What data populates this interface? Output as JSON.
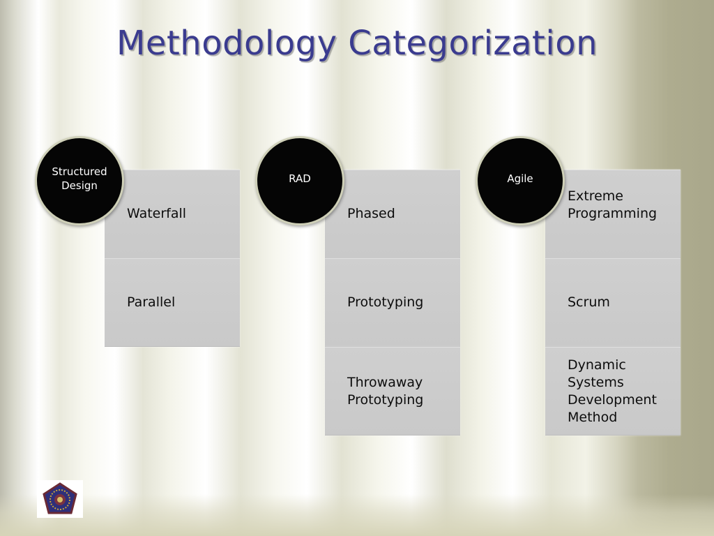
{
  "slide": {
    "title": "Methodology Categorization"
  },
  "groups": [
    {
      "label": "Structured Design",
      "items": [
        "Waterfall",
        "Parallel"
      ]
    },
    {
      "label": "RAD",
      "items": [
        "Phased",
        "Prototyping",
        "Throwaway Prototyping"
      ]
    },
    {
      "label": "Agile",
      "items": [
        "Extreme Programming",
        "Scrum",
        "Dynamic Systems Development Method"
      ]
    }
  ],
  "colors": {
    "title": "#3a3b8f",
    "circle": "#050505",
    "card": "#cccccc"
  },
  "icons": {
    "logo": "university-emblem-icon"
  }
}
